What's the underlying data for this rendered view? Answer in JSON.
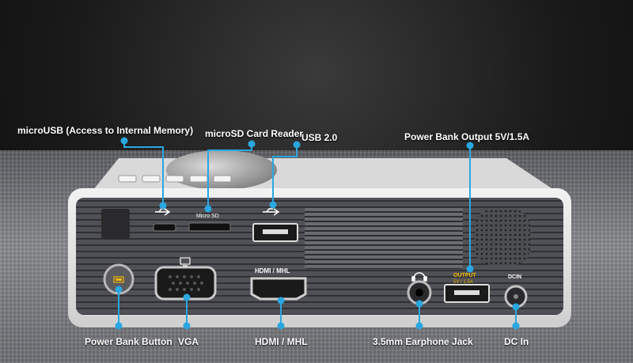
{
  "labels": {
    "micro_usb": "microUSB (Access to Internal Memory)",
    "micro_sd": "microSD Card Reader",
    "usb": "USB 2.0",
    "power_output": "Power Bank Output 5V/1.5A",
    "power_button": "Power Bank Button",
    "vga": "VGA",
    "hdmi": "HDMI / MHL",
    "earphone": "3.5mm Earphone Jack",
    "dc_in": "DC In"
  },
  "device_markings": {
    "micro_sd": "Micro SD",
    "hdmi": "HDMI / MHL",
    "output_line1": "OUTPUT",
    "output_line2": "5V / 1.5A",
    "dcin": "DCIN"
  },
  "colors": {
    "callout": "#2aa7e0",
    "label_text": "#ffffff",
    "device_body": "#e8e8e8",
    "port_panel": "#4a4b4f"
  },
  "icons": [
    "usb-icon",
    "headphone-icon",
    "battery-icon",
    "monitor-icon"
  ]
}
